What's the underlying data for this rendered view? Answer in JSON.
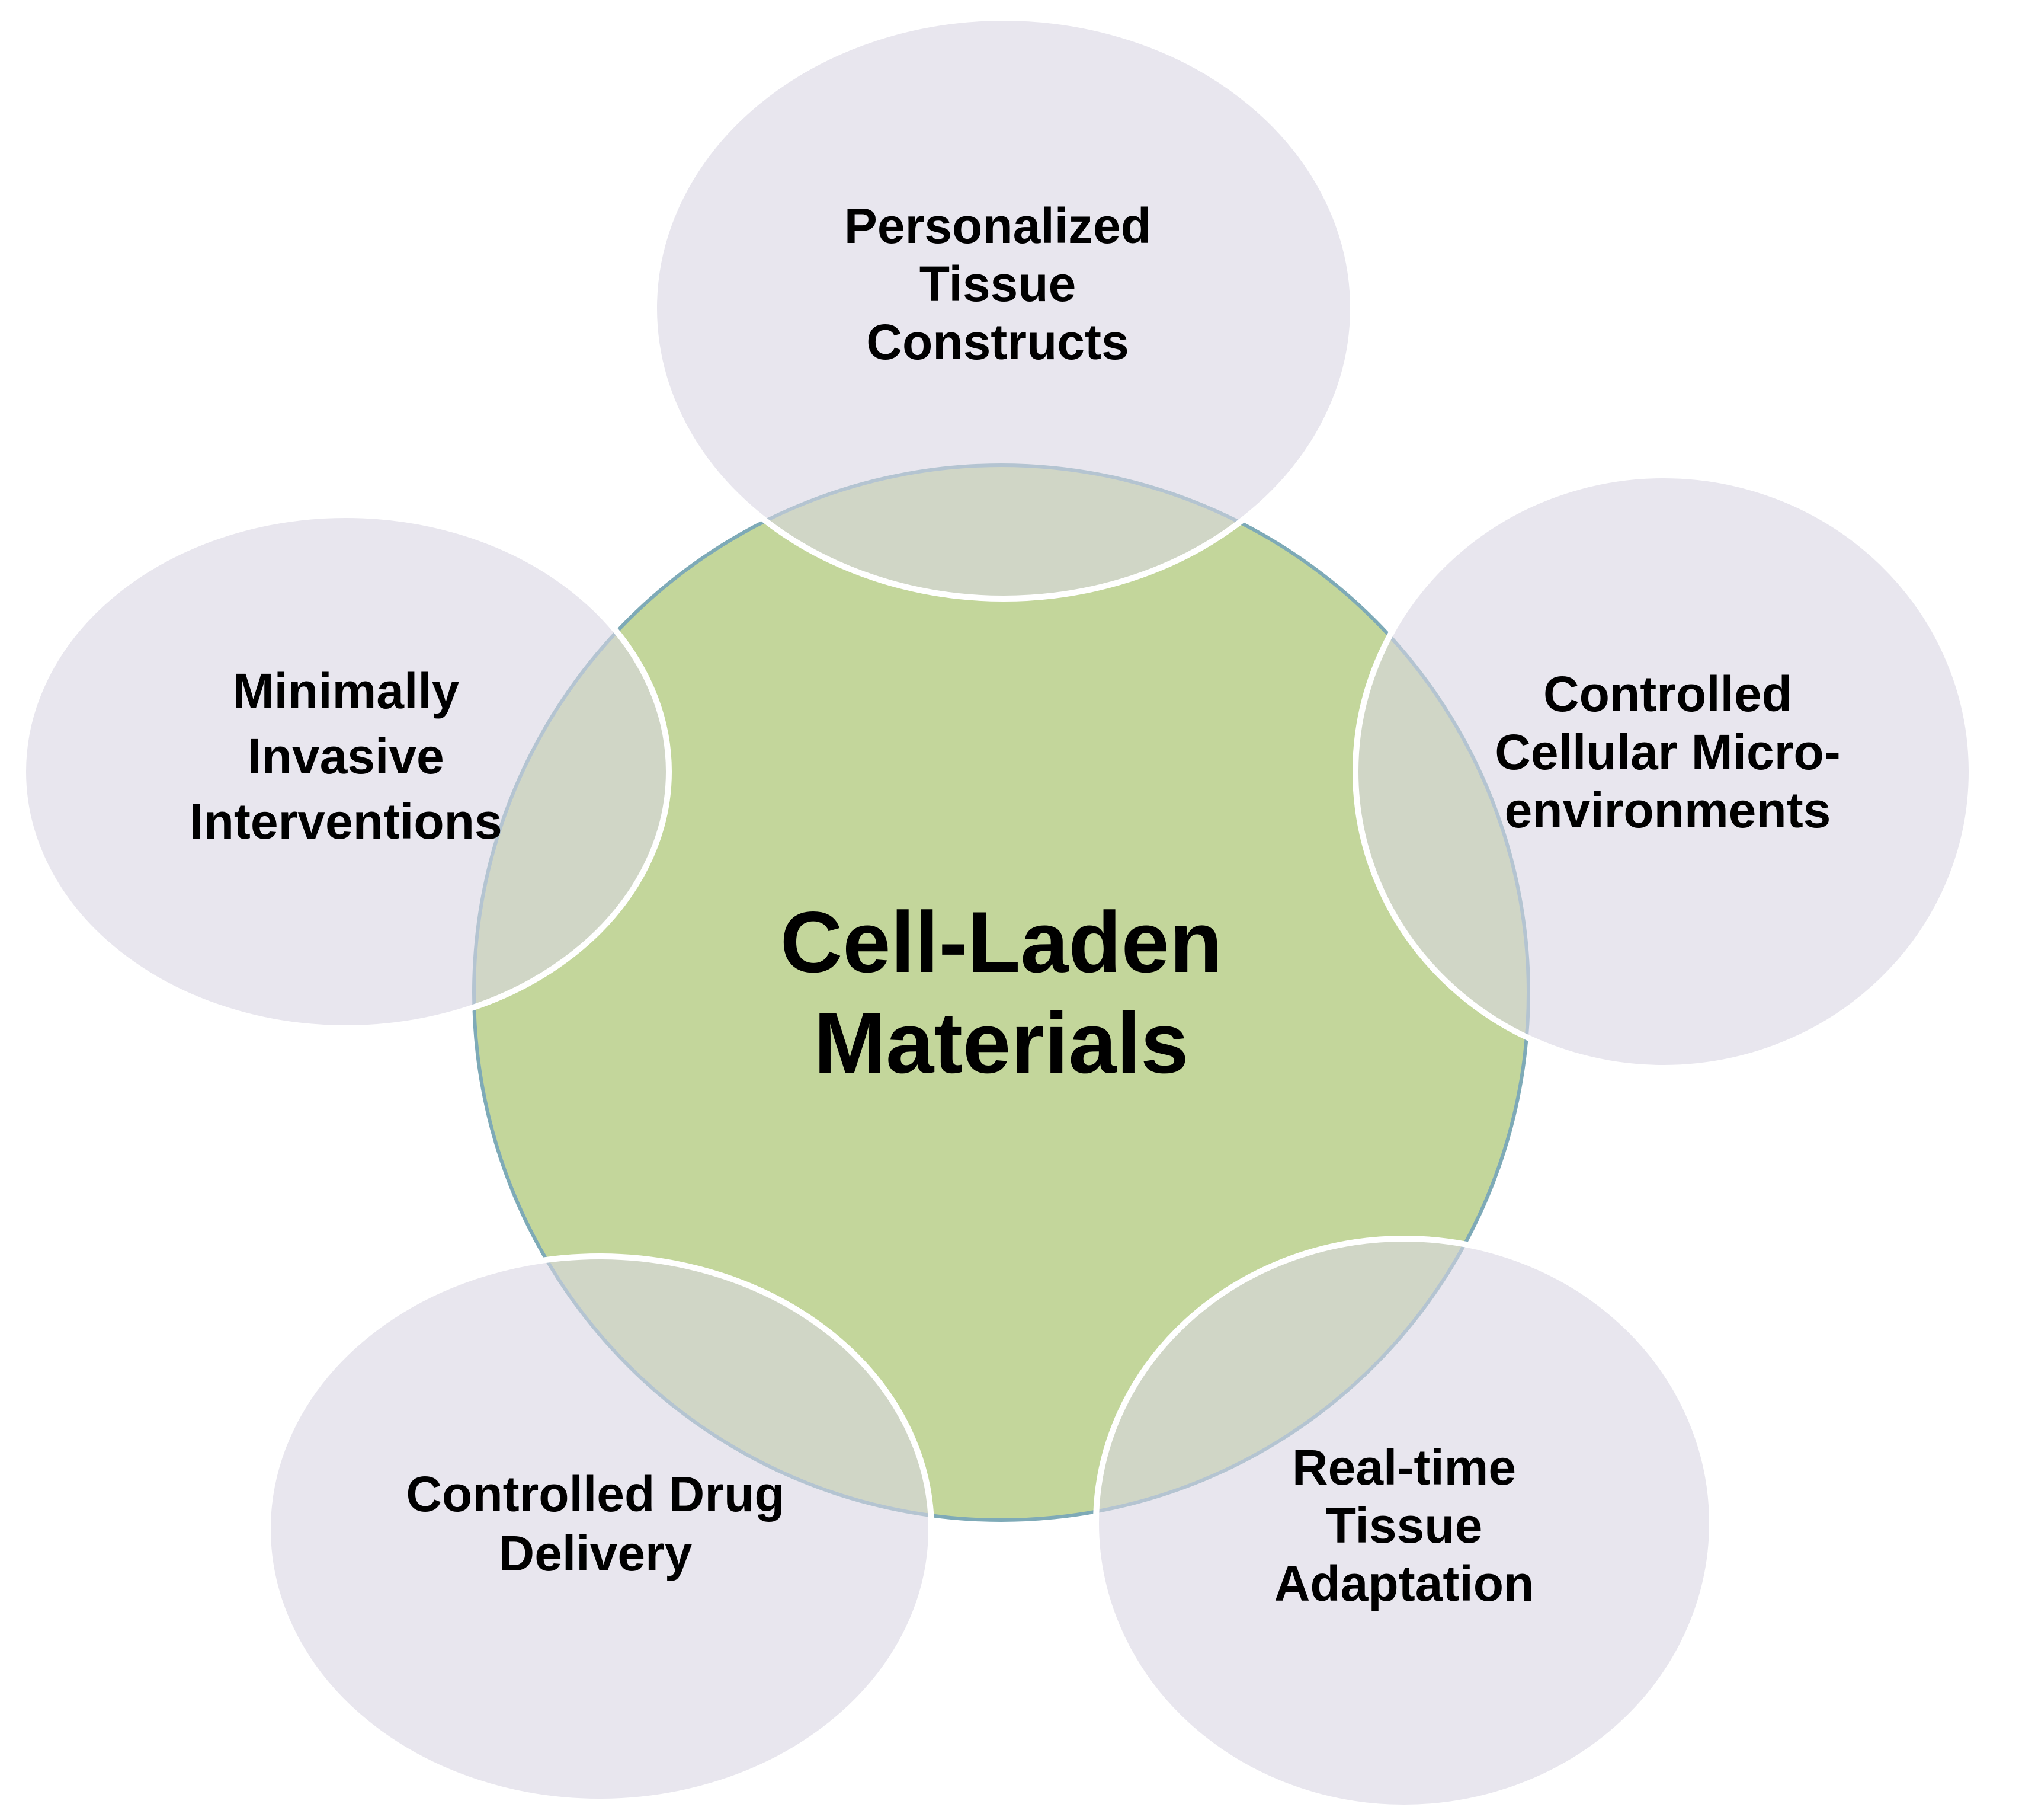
{
  "colors": {
    "background": "#ffffff",
    "center_fill": "#c3d69b",
    "center_stroke": "#7eaab7",
    "satellite_fill": "#d9d5e3",
    "satellite_stroke": "#ffffff",
    "text": "#000000"
  },
  "center": {
    "lines": [
      "Cell-Laden",
      "Materials"
    ]
  },
  "satellites": [
    {
      "id": "top",
      "lines": [
        "Personalized",
        "Tissue",
        "Constructs"
      ]
    },
    {
      "id": "right",
      "lines": [
        "Controlled",
        "Cellular Micro-",
        "environments"
      ]
    },
    {
      "id": "bottom-right",
      "lines": [
        "Real-time",
        "Tissue",
        "Adaptation"
      ]
    },
    {
      "id": "bottom-left",
      "lines": [
        "Controlled Drug",
        "Delivery"
      ]
    },
    {
      "id": "left",
      "lines": [
        "Minimally",
        "Invasive",
        "Interventions"
      ]
    }
  ]
}
